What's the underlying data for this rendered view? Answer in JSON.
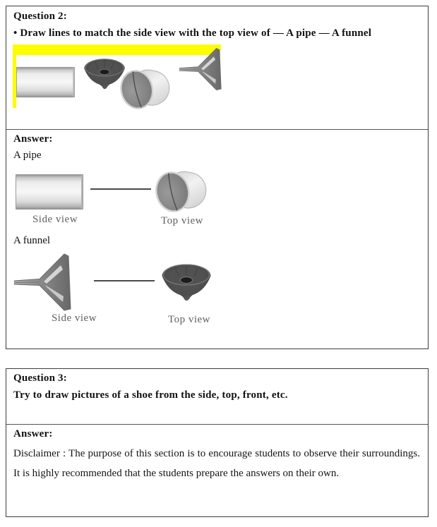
{
  "question2": {
    "title": "Question 2:",
    "prompt": "• Draw lines to match the side view with the top view of — A pipe — A funnel",
    "highlight_color": "#fdfd00",
    "figure_items": [
      "pipe-side-view",
      "funnel-top-view",
      "pipe-top-view",
      "funnel-side-view"
    ],
    "answer_label": "Answer:",
    "pipe": {
      "label": "A pipe",
      "side_view_label": "Side view",
      "top_view_label": "Top view"
    },
    "funnel": {
      "label": "A funnel",
      "side_view_label": "Side view",
      "top_view_label": "Top view"
    }
  },
  "question3": {
    "title": "Question 3:",
    "prompt": "Try to draw pictures of a shoe from the side, top, front, etc.",
    "answer_label": "Answer:",
    "answer_text": "Disclaimer : The purpose of this section is to encourage students to observe their surroundings. It is highly recommended that the students prepare the answers on their own."
  }
}
